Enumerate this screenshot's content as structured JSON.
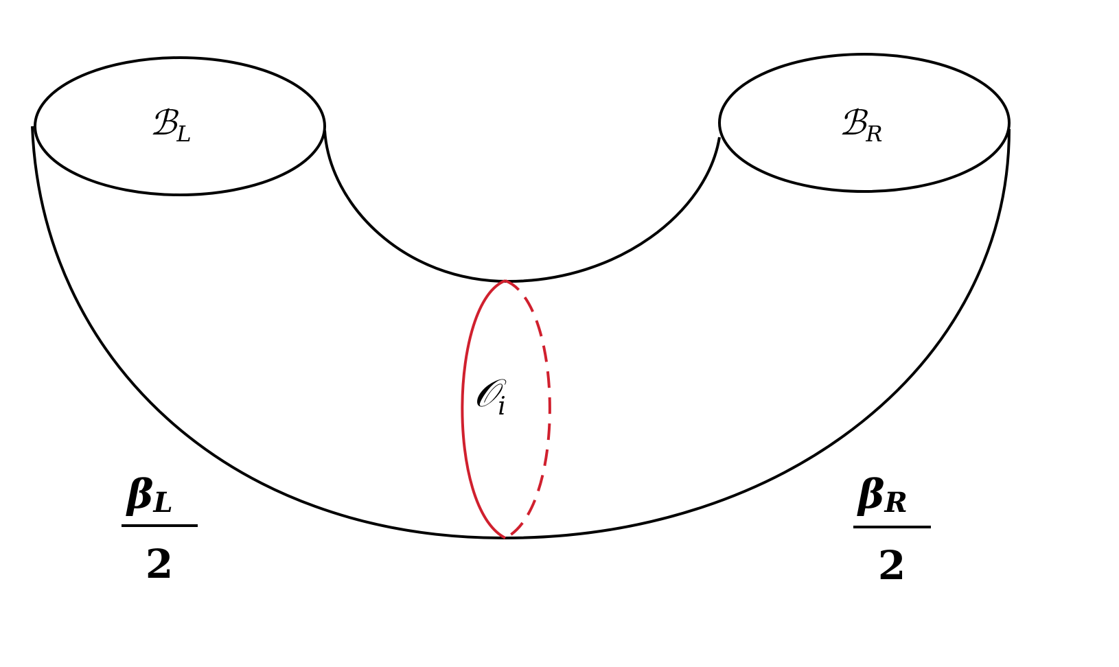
{
  "diagram": {
    "boundary_left": {
      "symbol": "ℬ",
      "subscript": "L"
    },
    "boundary_right": {
      "symbol": "ℬ",
      "subscript": "R"
    },
    "operator": {
      "symbol": "𝒪",
      "subscript": "i"
    },
    "beta_left": {
      "numerator_symbol": "β",
      "numerator_subscript": "L",
      "denominator": "2"
    },
    "beta_right": {
      "numerator_symbol": "β",
      "numerator_subscript": "R",
      "denominator": "2"
    },
    "colors": {
      "outline": "#000000",
      "operator_loop": "#d0202e"
    }
  }
}
